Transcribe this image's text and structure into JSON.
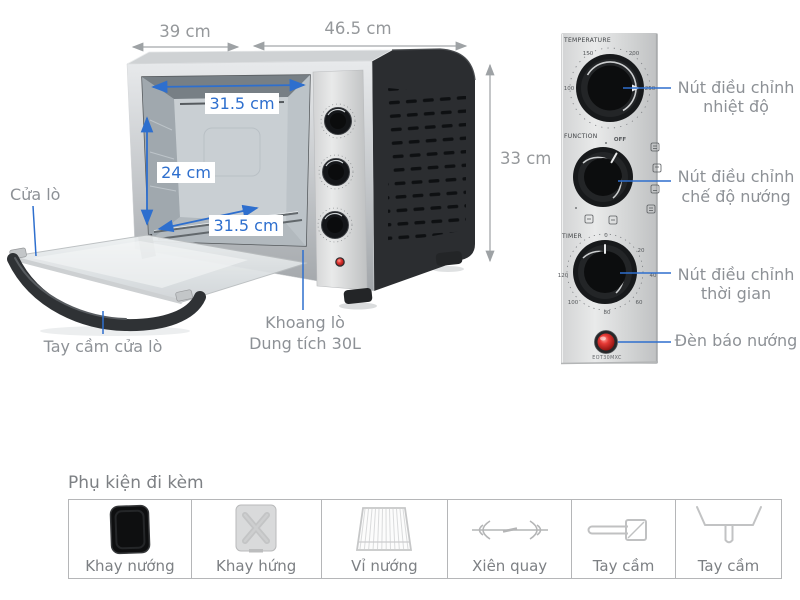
{
  "dims": {
    "depth": "39 cm",
    "width": "46.5 cm",
    "height": "33 cm",
    "inner_width": "31.5 cm",
    "inner_height": "24 cm",
    "inner_depth": "31.5 cm"
  },
  "parts": {
    "door": "Cửa lò",
    "door_handle": "Tay cầm cửa lò",
    "cavity_line1": "Khoang lò",
    "cavity_line2": "Dung tích 30L"
  },
  "controls": {
    "temp_line1": "Nút điều chỉnh",
    "temp_line2": "nhiệt độ",
    "func_line1": "Nút điều chỉnh",
    "func_line2": "chế độ nướng",
    "timer_line1": "Nút điều chỉnh",
    "timer_line2": "thời gian",
    "light": "Đèn báo nướng"
  },
  "panel": {
    "temperature": "TEMPERATURE",
    "function": "FUNCTION",
    "timer": "TIMER",
    "off": "OFF",
    "model": "EOT30MXC",
    "temp_marks": {
      "m100": "100",
      "m150": "150",
      "m200": "200",
      "m250": "250"
    },
    "timer_marks": {
      "t0": "0",
      "t20": "20",
      "t40": "40",
      "t60": "60",
      "t80": "80",
      "t100": "100",
      "t120": "120"
    }
  },
  "accessories": {
    "heading": "Phụ kiện đi kèm",
    "items": [
      {
        "name": "Khay nướng",
        "icon": "baking-tray-icon"
      },
      {
        "name": "Khay hứng",
        "icon": "crumb-tray-icon"
      },
      {
        "name": "Vỉ nướng",
        "icon": "grill-rack-icon"
      },
      {
        "name": "Xiên quay",
        "icon": "rotisserie-skewer-icon"
      },
      {
        "name": "Tay cầm",
        "icon": "rack-handle-icon"
      },
      {
        "name": "Tay cầm",
        "icon": "tray-handle-icon"
      }
    ]
  },
  "colors": {
    "accent_blue": "#2e6fce",
    "dim_gray": "#95989b",
    "label_gray": "#8d9196",
    "indicator_red": "#d32f2f"
  }
}
